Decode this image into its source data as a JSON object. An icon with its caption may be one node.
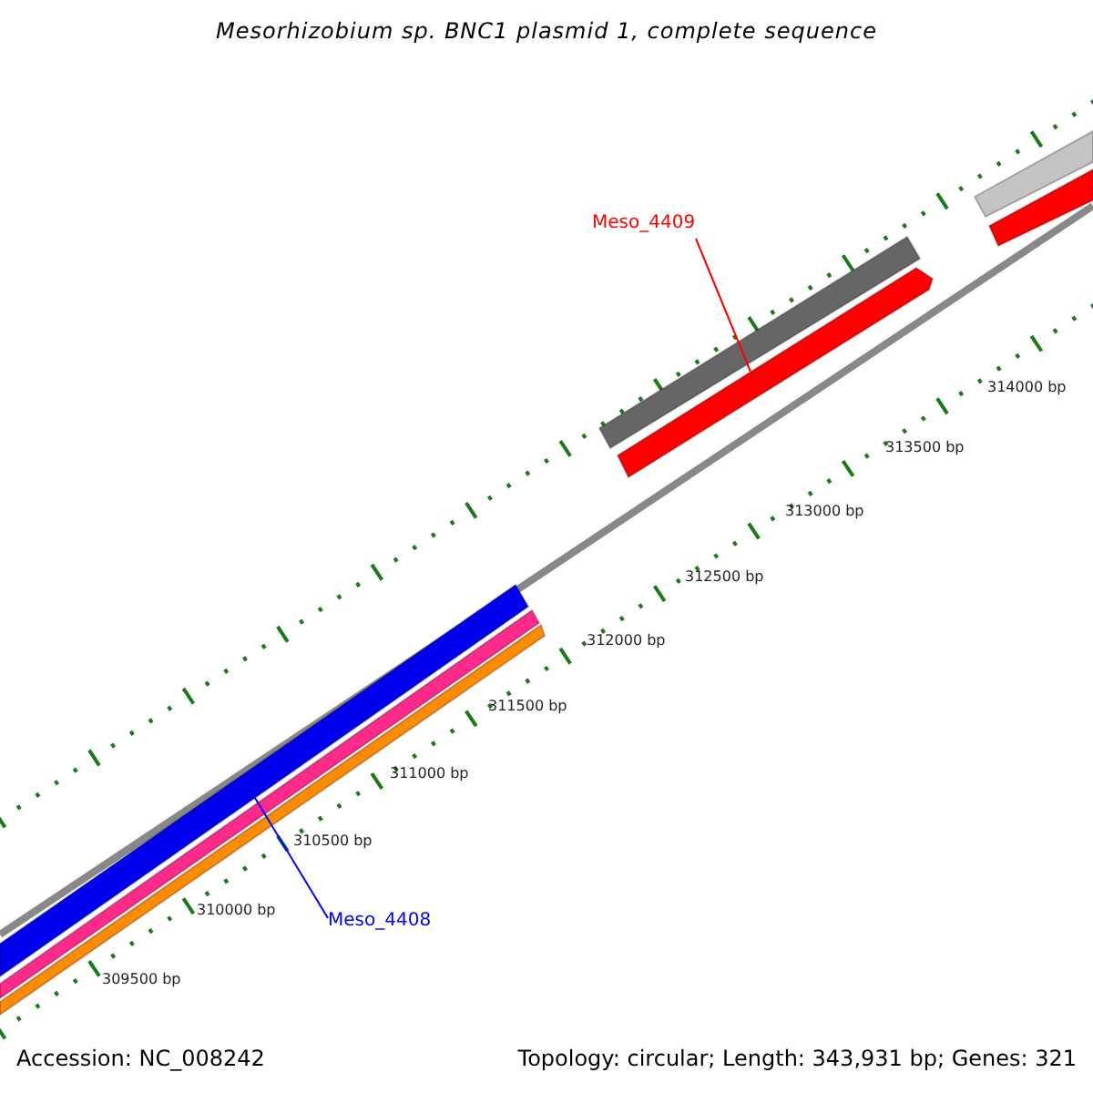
{
  "diagram": {
    "title": "Mesorhizobium sp. BNC1 plasmid 1, complete sequence",
    "nodes": [
      {
        "text": [
          "Meso_4409"
        ]
      },
      {
        "text": [],
        "shape": "bar"
      },
      {
        "text": [
          "Meso_4408"
        ]
      },
      {
        "text": [],
        "shape": "bar"
      }
    ],
    "edges": [
      {
        "from": 0,
        "to": 1,
        "arrow": "none",
        "color": "#ff0000"
      },
      {
        "from": 2,
        "to": 3,
        "arrow": "none",
        "color": "#0000ff"
      }
    ],
    "labels": [
      "314000 bp",
      "313500 bp",
      "313000 bp",
      "312500 bp",
      "312000 bp",
      "311500 bp",
      "311000 bp",
      "310500 bp",
      "310000 bp",
      "309500 bp",
      "Accession: NC_008242",
      "Topology: circular; Length: 343,931 bp; Genes: 321"
    ]
  }
}
